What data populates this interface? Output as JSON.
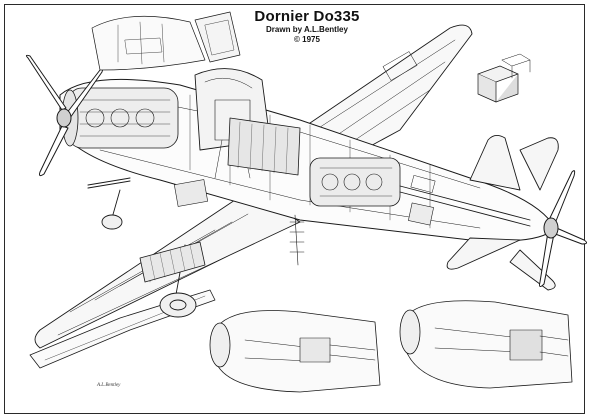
{
  "drawing": {
    "title": "Dornier Do335",
    "credit": "Drawn by A.L.Bentley",
    "copyright": "© 1975",
    "signature": "A.L.Bentley"
  }
}
